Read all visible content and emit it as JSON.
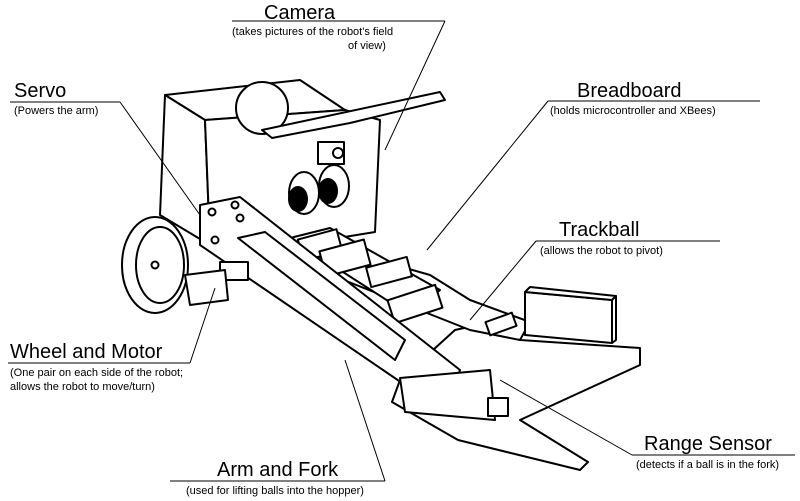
{
  "labels": {
    "camera": {
      "title": "Camera",
      "desc1": "(takes pictures of the robot's field",
      "desc2": "of view)"
    },
    "servo": {
      "title": "Servo",
      "desc": "(Powers the arm)"
    },
    "breadboard": {
      "title": "Breadboard",
      "desc": "(holds microcontroller and XBees)"
    },
    "trackball": {
      "title": "Trackball",
      "desc": "(allows the robot to pivot)"
    },
    "wheel_motor": {
      "title": "Wheel and Motor",
      "desc1": "(One pair on each side of the robot;",
      "desc2": "allows the robot to move/turn)"
    },
    "range_sensor": {
      "title": "Range Sensor",
      "desc": "(detects if a ball is in the fork)"
    },
    "arm_fork": {
      "title": "Arm and Fork",
      "desc": "(used for lifting balls into the hopper)"
    }
  }
}
